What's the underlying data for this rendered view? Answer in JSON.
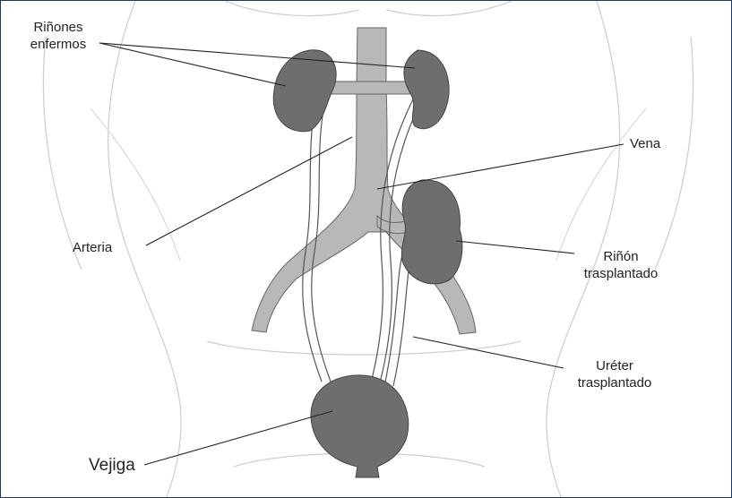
{
  "labels": {
    "diseased_kidneys": [
      "Riñones",
      "enfermos"
    ],
    "vein": "Vena",
    "artery": "Arteria",
    "transplanted_kidney": [
      "Riñón",
      "trasplantado"
    ],
    "transplanted_ureter": [
      "Uréter",
      "trasplantado"
    ],
    "bladder": "Vejiga"
  },
  "colors": {
    "border": "#1f3a5f",
    "organ": "#6e6e6e",
    "vessel": "#b8b8b8",
    "sketch": "#cfcfcf",
    "leader": "#222222"
  }
}
